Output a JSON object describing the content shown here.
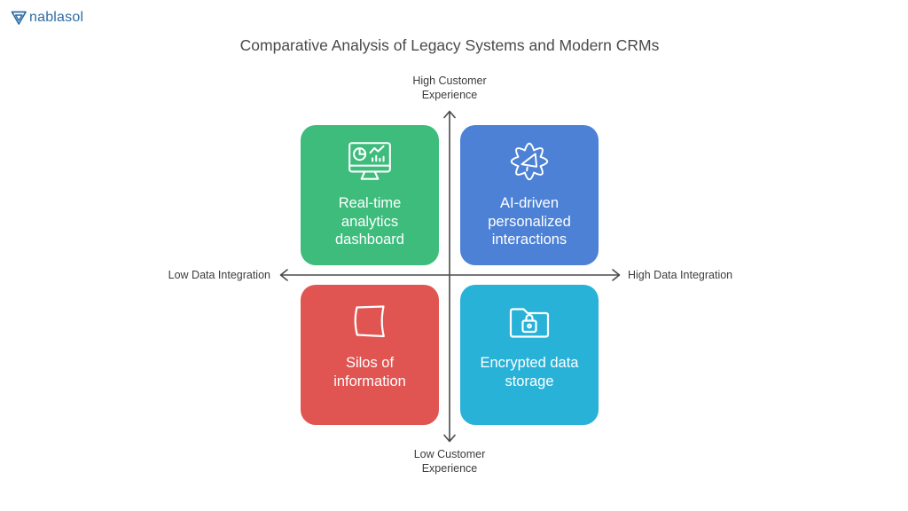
{
  "brand": {
    "name": "nablasol"
  },
  "title": "Comparative Analysis of Legacy Systems and Modern CRMs",
  "axes": {
    "y_top_label": "High Customer\nExperience",
    "y_bottom_label": "Low Customer\nExperience",
    "x_left_label": "Low Data Integration",
    "x_right_label": "High Data Integration"
  },
  "quadrants": [
    {
      "id": "top-left",
      "label": "Real-time analytics dashboard",
      "color": "#3dbc7c",
      "icon": "analytics-dashboard-monitor-icon"
    },
    {
      "id": "top-right",
      "label": "AI-driven personalized interactions",
      "color": "#4c81d5",
      "icon": "gear-megaphone-icon"
    },
    {
      "id": "bottom-left",
      "label": "Silos of information",
      "color": "#e05552",
      "icon": "silo-banner-icon"
    },
    {
      "id": "bottom-right",
      "label": "Encrypted data storage",
      "color": "#29b2d8",
      "icon": "folder-lock-icon"
    }
  ],
  "colors": {
    "brand_blue": "#2d6ca3",
    "title_gray": "#4a4a4a",
    "axis_gray": "#4a4a4a",
    "quadrant_text": "#ffffff"
  }
}
